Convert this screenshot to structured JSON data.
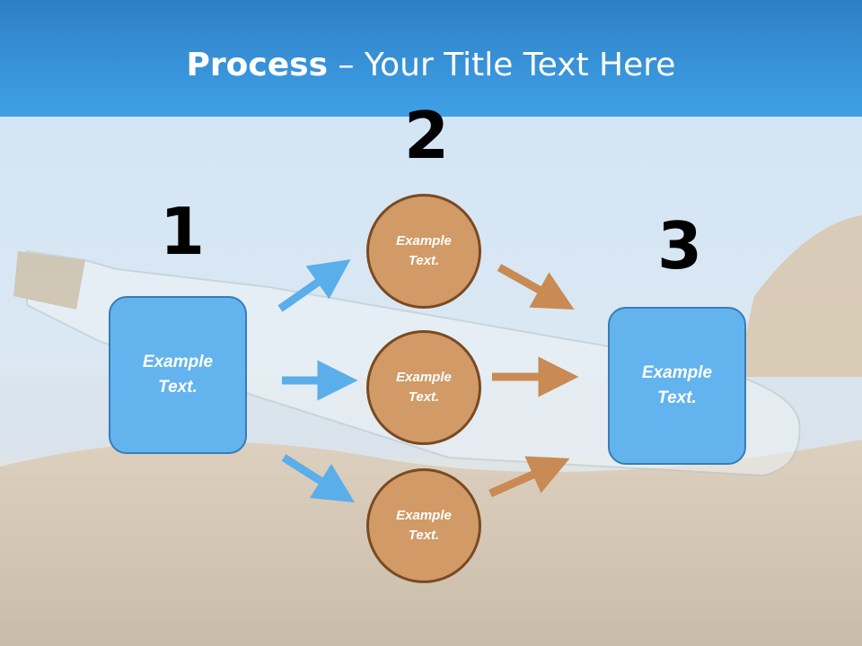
{
  "title": {
    "bold": "Process",
    "rest": " – Your Title Text Here"
  },
  "steps": [
    {
      "number": "1",
      "box_text": "Example Text."
    },
    {
      "number": "2",
      "circles": [
        "Example Text.",
        "Example Text.",
        "Example Text."
      ]
    },
    {
      "number": "3",
      "box_text": "Example Text."
    }
  ],
  "colors": {
    "title_bar": "#3a97dd",
    "box_fill": "#63b3ee",
    "circle_fill": "#d19a66",
    "circle_border": "#7a4a22",
    "blue_arrow": "#5aaee9",
    "orange_arrow": "#c98a54"
  }
}
